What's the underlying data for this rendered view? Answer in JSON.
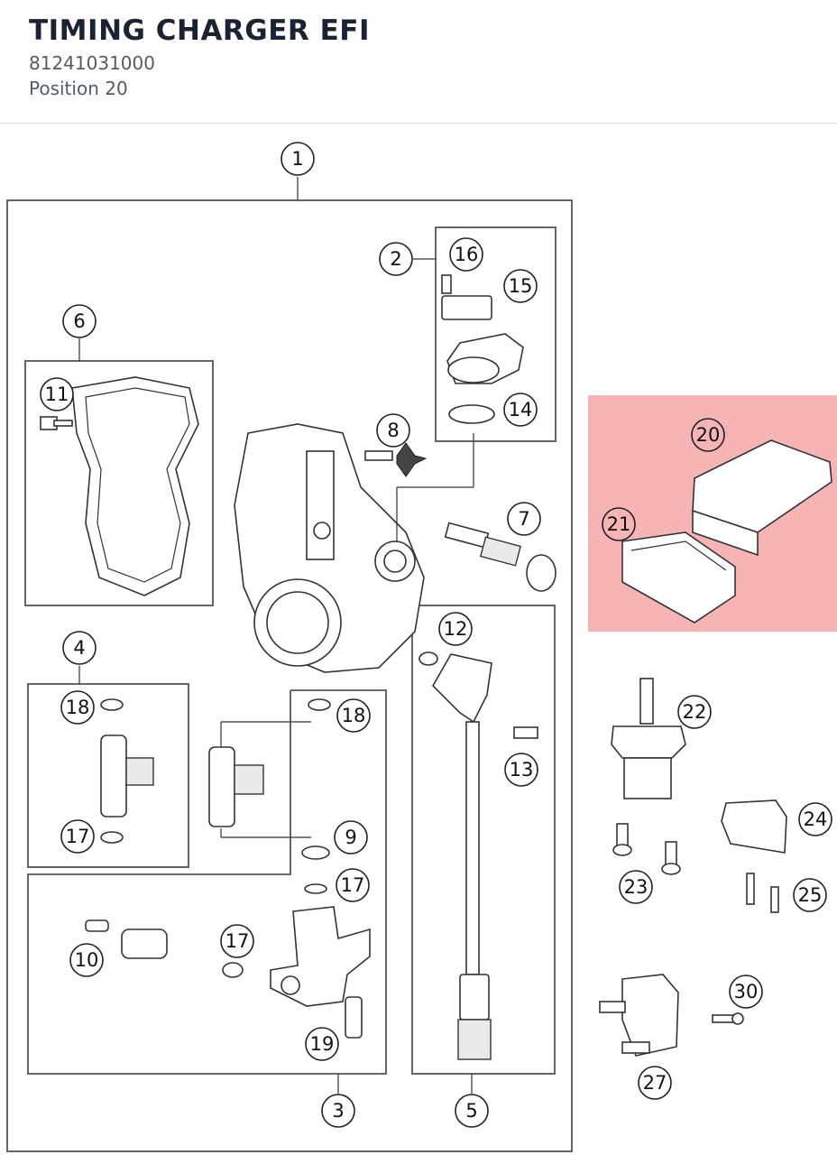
{
  "header": {
    "title": "TIMING CHARGER EFI",
    "part_number": "81241031000",
    "position": "Position 20"
  },
  "highlight": {
    "position": "20",
    "color": "#f7b4b4"
  },
  "callouts": {
    "c1": "1",
    "c2": "2",
    "c3": "3",
    "c4": "4",
    "c5": "5",
    "c6": "6",
    "c7": "7",
    "c8": "8",
    "c9": "9",
    "c10": "10",
    "c11": "11",
    "c12": "12",
    "c13": "13",
    "c14": "14",
    "c15": "15",
    "c16": "16",
    "c17a": "17",
    "c17b": "17",
    "c17c": "17",
    "c18a": "18",
    "c18b": "18",
    "c19": "19",
    "c20": "20",
    "c21": "21",
    "c22": "22",
    "c23": "23",
    "c24": "24",
    "c25": "25",
    "c27": "27",
    "c30": "30"
  }
}
